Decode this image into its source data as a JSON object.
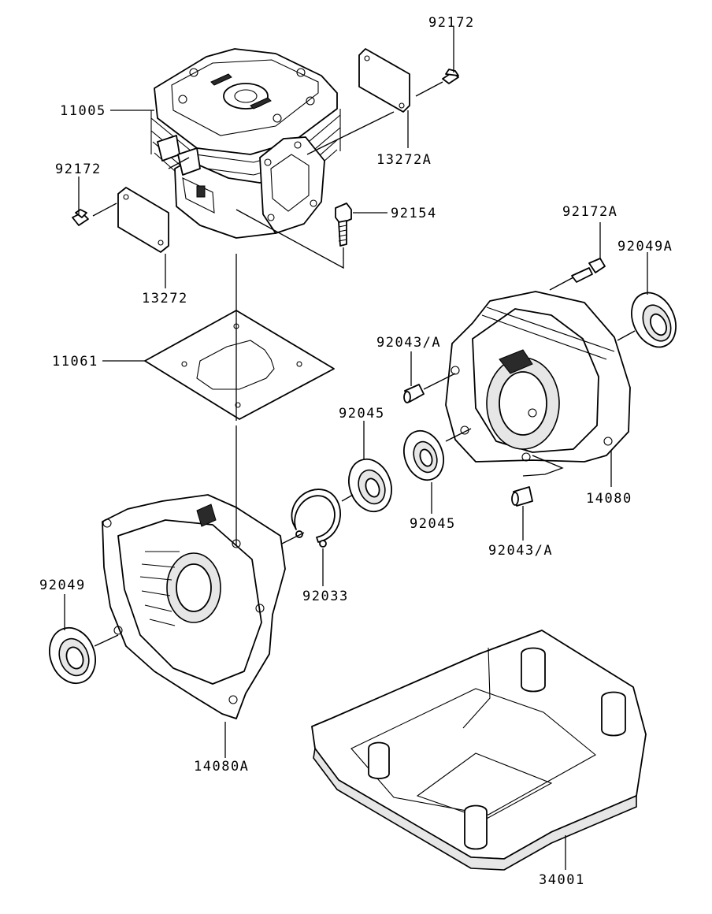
{
  "labels": {
    "p92172_top": "92172",
    "p11005": "11005",
    "p13272A": "13272A",
    "p92172_left": "92172",
    "p92154": "92154",
    "p13272": "13272",
    "p92172A": "92172A",
    "p92049A": "92049A",
    "p11061": "11061",
    "p92043A_top": "92043/A",
    "p92045_top": "92045",
    "p14080": "14080",
    "p92045_bottom": "92045",
    "p92043A_bottom": "92043/A",
    "p92049": "92049",
    "p92033": "92033",
    "p14080A": "14080A",
    "p34001": "34001"
  }
}
